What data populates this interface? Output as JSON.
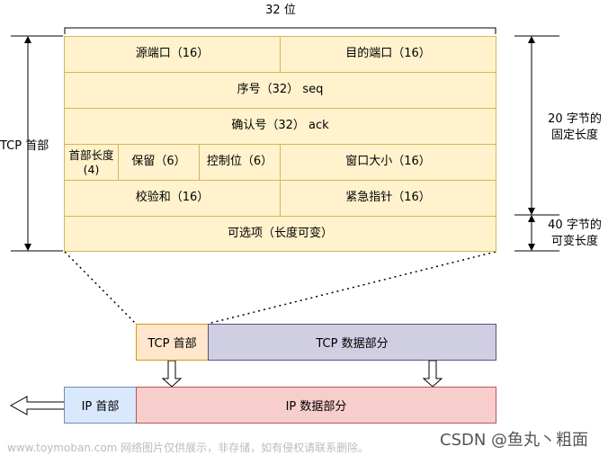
{
  "header_bits": "32 位",
  "tcp_header_side": "TCP 首部",
  "fixed_length": "20 字节的\n固定长度",
  "variable_length": "40 字节的\n可变长度",
  "rows": {
    "r1": [
      "源端口（16）",
      "目的端口（16）"
    ],
    "r2": "序号（32） seq",
    "r3": "确认号（32） ack",
    "r4": [
      "首部长度\n(4)",
      "保留（6）",
      "控制位（6）",
      "窗口大小（16）"
    ],
    "r5": [
      "校验和（16）",
      "紧急指针（16）"
    ],
    "r6": "可选项（长度可变）"
  },
  "segment": {
    "header": "TCP 首部",
    "data": "TCP 数据部分"
  },
  "packet": {
    "header": "IP 首部",
    "data": "IP 数据部分"
  },
  "colors": {
    "field_fill": "#fff2cc",
    "field_border": "#d6b656",
    "tcp_header_fill": "#ffe6cc",
    "tcp_header_border": "#d79b00",
    "tcp_data_fill": "#d0cee2",
    "tcp_data_border": "#56517e",
    "ip_header_fill": "#dae8fc",
    "ip_header_border": "#6c8ebf",
    "ip_data_fill": "#f8cecc",
    "ip_data_border": "#b85450"
  },
  "watermark": "www.toymoban.com 网络图片仅供展示，非存储，如有侵权请联系删除。",
  "credit": "CSDN @鱼丸丶粗面"
}
